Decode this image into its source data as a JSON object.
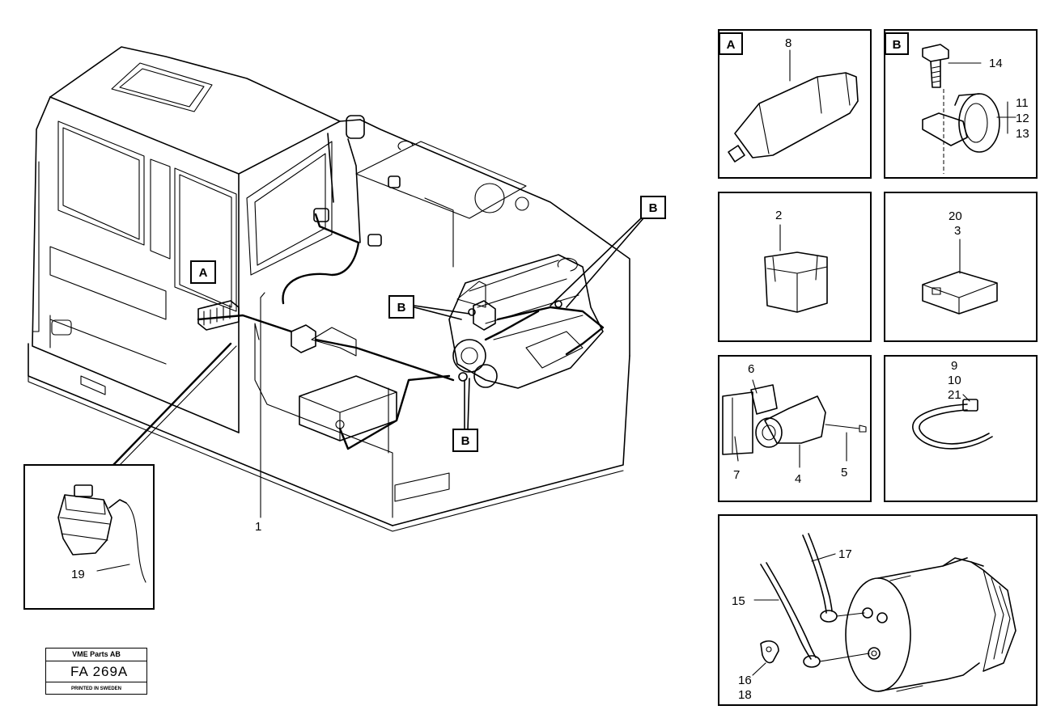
{
  "tags": {
    "a": "A",
    "b": "B"
  },
  "callouts": {
    "main_harness": "1",
    "box_2": "2",
    "box_3": "3",
    "box_4": "4",
    "box_5": "5",
    "box_6": "6",
    "box_7": "7",
    "box_8": "8",
    "box_9": "9",
    "box_10": "10",
    "box_11": "11",
    "box_12": "12",
    "box_13": "13",
    "box_14": "14",
    "box_15": "15",
    "box_16": "16",
    "box_17": "17",
    "box_18": "18",
    "box_19": "19",
    "box_20": "20",
    "box_21": "21"
  },
  "stamp": {
    "company": "VME Parts AB",
    "code": "FA 269A",
    "printed": "PRINTED IN SWEDEN"
  }
}
